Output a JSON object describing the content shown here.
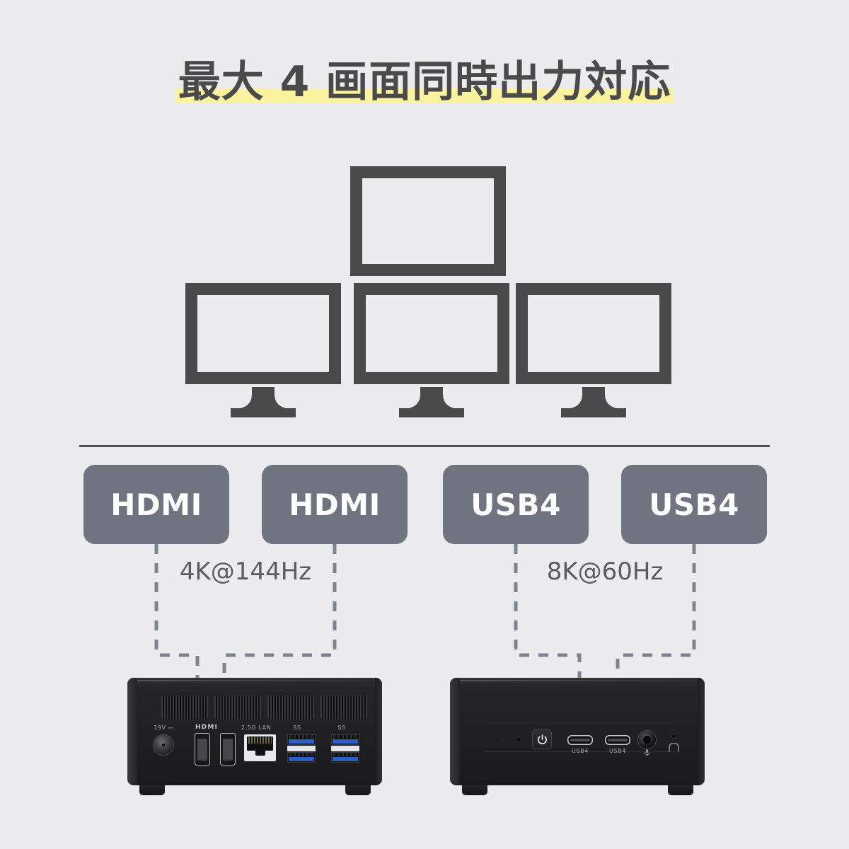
{
  "page": {
    "background_color": "#ececee",
    "title": "最大 4 画面同時出力対応",
    "title_color": "#4a4a4a",
    "highlight_color": "#fbf3a0"
  },
  "displays": {
    "count": 4,
    "monitor_color": "#4a4a4a",
    "screen_color": "#ececee",
    "items": [
      {
        "id": "monitor-top",
        "position": "top-center"
      },
      {
        "id": "monitor-left",
        "position": "bottom-left"
      },
      {
        "id": "monitor-center",
        "position": "bottom-center"
      },
      {
        "id": "monitor-right",
        "position": "bottom-right"
      }
    ]
  },
  "divider": {
    "color": "#4f5058"
  },
  "ports": {
    "badge_color": "#6f7480",
    "badge_text_color": "#ffffff",
    "items": [
      {
        "id": "badge-hdmi-1",
        "label": "HDMI",
        "group": "hdmi"
      },
      {
        "id": "badge-hdmi-2",
        "label": "HDMI",
        "group": "hdmi"
      },
      {
        "id": "badge-usb4-1",
        "label": "USB4",
        "group": "usb4"
      },
      {
        "id": "badge-usb4-2",
        "label": "USB4",
        "group": "usb4"
      }
    ]
  },
  "resolutions": {
    "hdmi": "4K@144Hz",
    "usb4": "8K@60Hz",
    "text_color": "#5b5b60"
  },
  "wires": {
    "color": "#7e838f",
    "style": "dashed"
  },
  "device_rear": {
    "name": "mini-pc-rear",
    "labels": {
      "power_in": "19V ⎓",
      "hdmi": "HDMI",
      "lan": "2.5G LAN",
      "usb_left": "SS",
      "usb_right": "SS"
    },
    "port_list": [
      "DC 19V input",
      "HDMI",
      "HDMI",
      "2.5G LAN",
      "USB 3.0 x2",
      "USB 3.0 x2"
    ],
    "vent_count": 4
  },
  "device_front": {
    "name": "mini-pc-front",
    "labels": {
      "usb4_left": "USB4",
      "usb4_right": "USB4"
    },
    "port_list": [
      "status LED",
      "status LED",
      "power button",
      "USB4 Type-C",
      "USB4 Type-C",
      "audio combo jack",
      "microphone"
    ]
  }
}
